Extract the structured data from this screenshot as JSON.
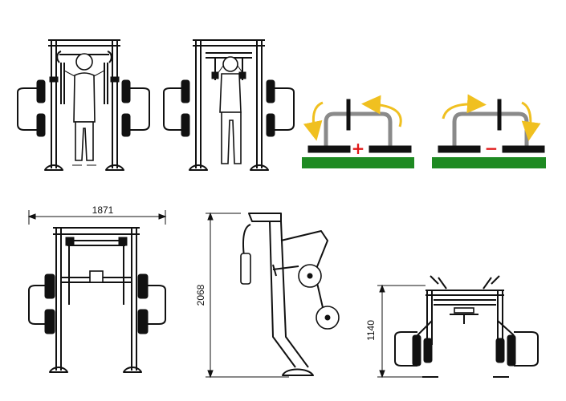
{
  "dimensions": {
    "width": "1871",
    "height": "2068",
    "seat_height": "1140"
  },
  "adjustment": {
    "increase_sign": "+",
    "decrease_sign": "−"
  },
  "colors": {
    "ground": "#1e8a22",
    "arrow": "#f0c020",
    "increase": "#e01818",
    "decrease": "#e01818",
    "lever": "#8a8a8a",
    "line": "#111111"
  },
  "icons": [
    "arrow-icon",
    "weight-plate-icon",
    "person-icon"
  ]
}
